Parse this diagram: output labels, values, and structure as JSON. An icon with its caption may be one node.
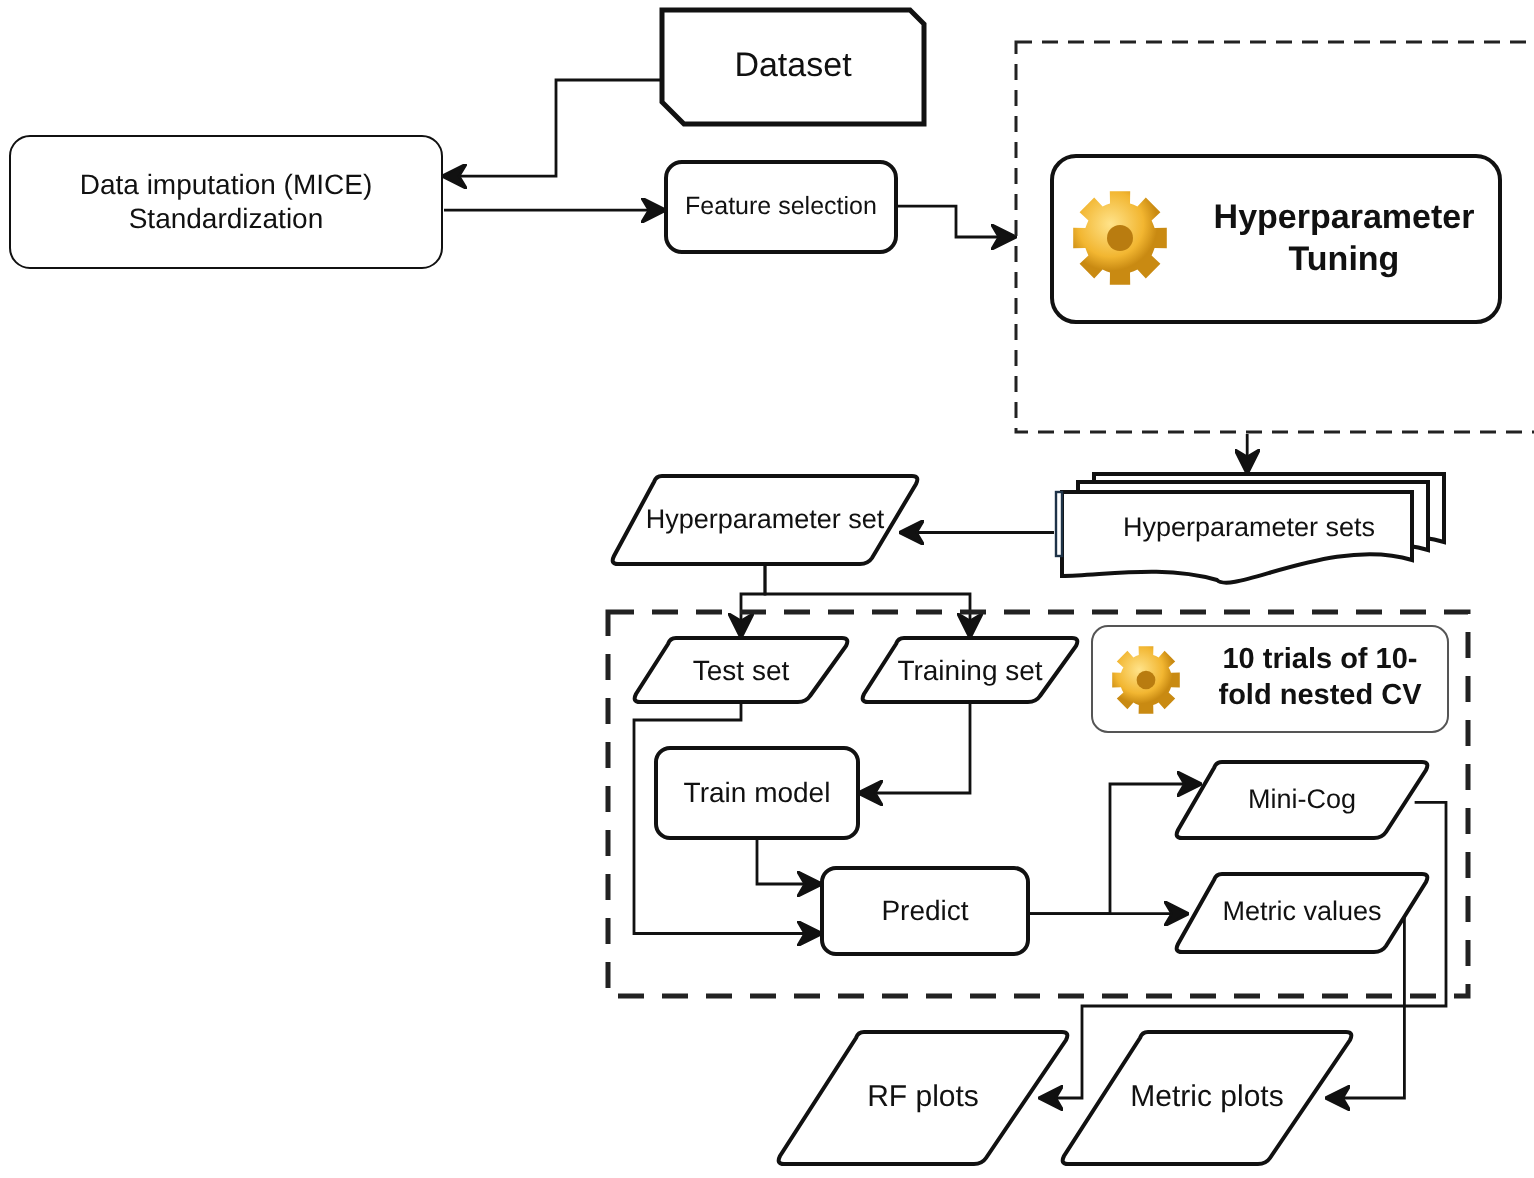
{
  "diagram": {
    "nodes": [
      {
        "text": [
          "Dataset"
        ]
      },
      {
        "text": [
          "Data imputation (MICE) Standardization"
        ]
      },
      {
        "text": [
          "Feature selection"
        ]
      },
      {
        "text": [],
        "shape": "box"
      },
      {
        "text": [
          "Hyperparameter Tuning"
        ],
        "in": 3
      },
      {
        "text": [
          "Hyperparameter sets"
        ]
      },
      {
        "text": [
          "Hyperparameter set"
        ]
      },
      {
        "text": [],
        "shape": "box"
      },
      {
        "text": [
          "Test set"
        ],
        "in": 7
      },
      {
        "text": [
          "Training set"
        ],
        "in": 7
      },
      {
        "text": [
          "10 trials of 10-fold nested CV"
        ],
        "in": 7
      },
      {
        "text": [
          "Train model"
        ],
        "in": 7
      },
      {
        "text": [
          "Predict"
        ],
        "in": 7
      },
      {
        "text": [
          "Mini-Cog"
        ],
        "in": 7
      },
      {
        "text": [
          "Metric values"
        ],
        "in": 7
      },
      {
        "text": [
          "RF plots"
        ]
      },
      {
        "text": [
          "Metric plots"
        ]
      }
    ],
    "edges": [
      {
        "from": 0,
        "to": 1,
        "arrow": "to"
      },
      {
        "from": 1,
        "to": 2,
        "arrow": "to"
      },
      {
        "from": 2,
        "to": 3,
        "arrow": "to"
      },
      {
        "from": 3,
        "to": 5,
        "arrow": "to"
      },
      {
        "from": 5,
        "to": 6,
        "arrow": "to"
      },
      {
        "from": 6,
        "to": 8,
        "arrow": "to"
      },
      {
        "from": 6,
        "to": 9,
        "arrow": "to"
      },
      {
        "from": 9,
        "to": 11,
        "arrow": "to"
      },
      {
        "from": 11,
        "to": 12,
        "arrow": "to"
      },
      {
        "from": 8,
        "to": 12,
        "arrow": "to"
      },
      {
        "from": 12,
        "to": 13,
        "arrow": "to"
      },
      {
        "from": 12,
        "to": 14,
        "arrow": "to"
      },
      {
        "from": 13,
        "to": 15,
        "arrow": "to"
      },
      {
        "from": 14,
        "to": 16,
        "arrow": "to"
      }
    ]
  }
}
